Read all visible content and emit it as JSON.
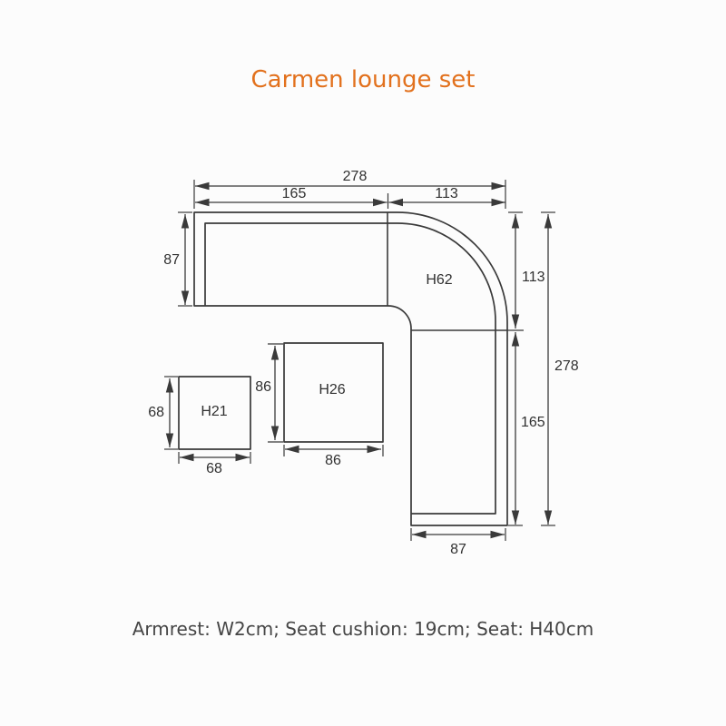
{
  "title": "Carmen lounge set",
  "footer_note": "Armrest: W2cm; Seat cushion: 19cm; Seat: H40cm",
  "colors": {
    "accent": "#e2711d",
    "line": "#3a3a3a",
    "text": "#303030",
    "footer_text": "#454545",
    "background": "#fcfcfc"
  },
  "diagram": {
    "units": "cm",
    "sofa": {
      "corner_label": "H62",
      "dims": {
        "top_total": "278",
        "top_left_section": "165",
        "top_right_section": "113",
        "left_depth": "87",
        "right_upper_section": "113",
        "right_lower_section": "165",
        "right_total": "278",
        "bottom_depth": "87"
      }
    },
    "side_table": {
      "label": "H21",
      "width": "68",
      "height": "68"
    },
    "coffee_table": {
      "label": "H26",
      "width": "86",
      "height": "86"
    }
  }
}
